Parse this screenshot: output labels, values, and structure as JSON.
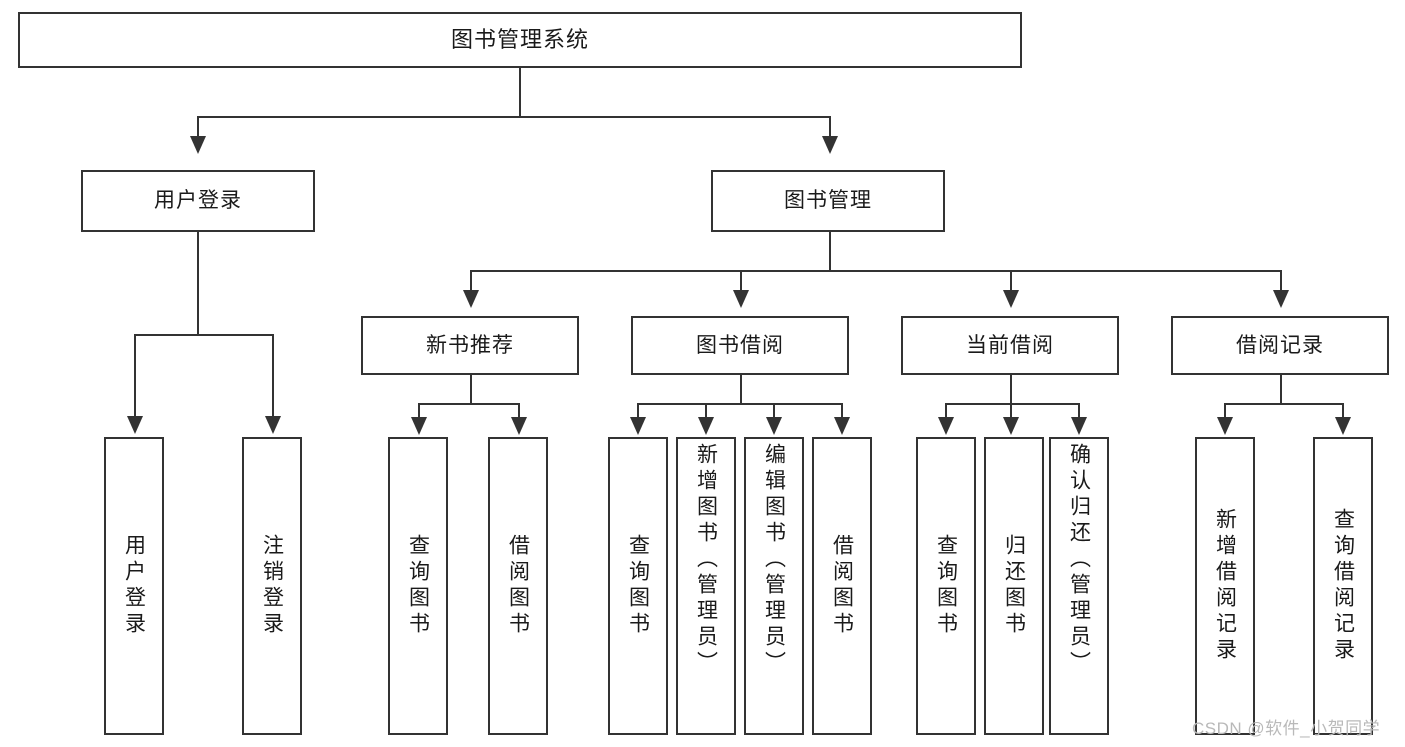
{
  "diagram": {
    "type": "tree",
    "title": "图书管理系统",
    "root": {
      "label": "图书管理系统"
    },
    "level2": [
      {
        "label": "用户登录"
      },
      {
        "label": "图书管理"
      }
    ],
    "level3": [
      {
        "label": "新书推荐"
      },
      {
        "label": "图书借阅"
      },
      {
        "label": "当前借阅"
      },
      {
        "label": "借阅记录"
      }
    ],
    "leaves": {
      "user_login": [
        {
          "label": "用户登录"
        },
        {
          "label": "注销登录"
        }
      ],
      "new_book_recommend": [
        {
          "label": "查询图书"
        },
        {
          "label": "借阅图书"
        }
      ],
      "book_borrow": [
        {
          "label": "查询图书"
        },
        {
          "label": "新增图书（管理员）"
        },
        {
          "label": "编辑图书（管理员）"
        },
        {
          "label": "借阅图书"
        }
      ],
      "current_borrow": [
        {
          "label": "查询图书"
        },
        {
          "label": "归还图书"
        },
        {
          "label": "确认归还（管理员）"
        }
      ],
      "borrow_record": [
        {
          "label": "新增借阅记录"
        },
        {
          "label": "查询借阅记录"
        }
      ]
    }
  },
  "watermark": {
    "text": "CSDN @软件_小贺同学"
  },
  "colors": {
    "stroke": "#333333",
    "text": "#1a1a1a",
    "background": "#ffffff",
    "watermark": "#b9b9b9"
  }
}
